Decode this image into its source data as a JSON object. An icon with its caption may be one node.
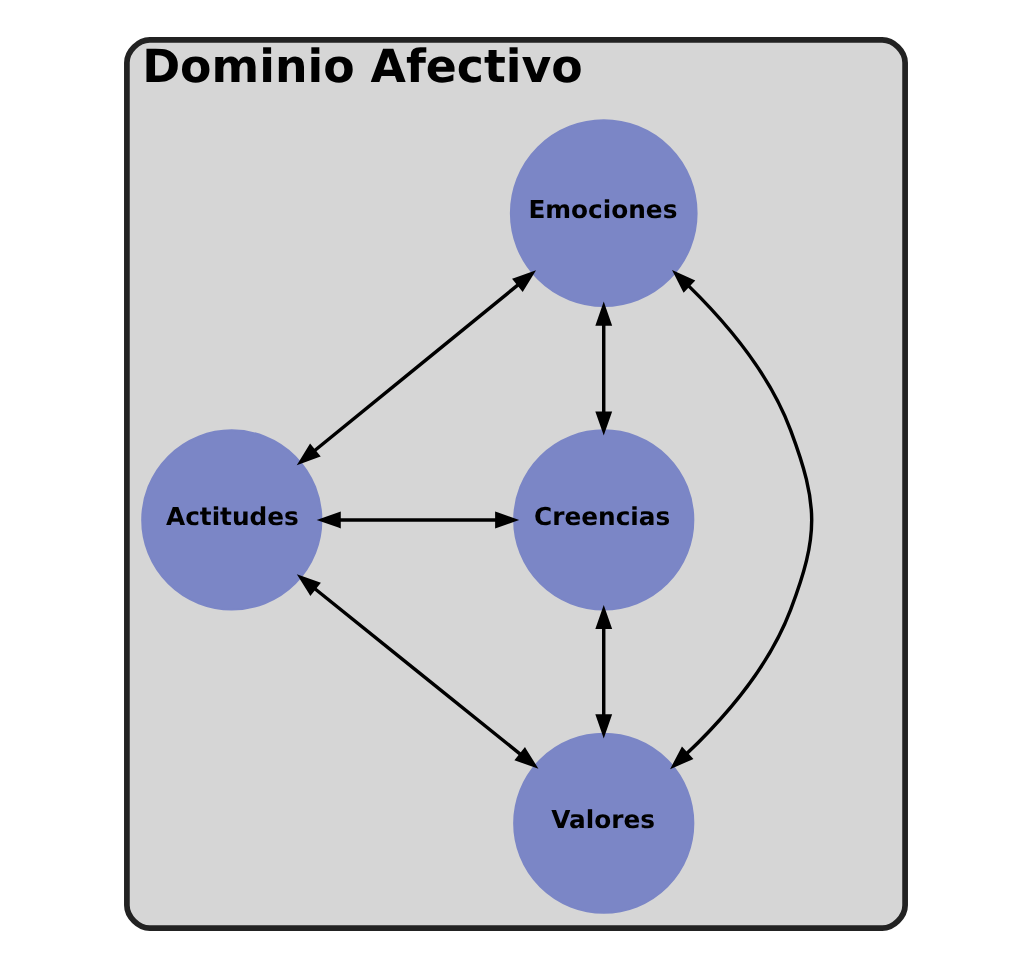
{
  "diagram": {
    "nodes": [
      {
        "text": [
          "Dominio Afectivo"
        ]
      },
      {
        "text": [
          "Emociones"
        ],
        "in": 0
      },
      {
        "text": [
          "Actitudes"
        ],
        "in": 0
      },
      {
        "text": [
          "Creencias"
        ],
        "in": 0
      },
      {
        "text": [
          "Valores"
        ],
        "in": 0
      }
    ],
    "edges": [
      {
        "from": 1,
        "to": 2,
        "arrow": "both"
      },
      {
        "from": 1,
        "to": 3,
        "arrow": "both"
      },
      {
        "from": 1,
        "to": 4,
        "arrow": "both"
      },
      {
        "from": 2,
        "to": 3,
        "arrow": "both"
      },
      {
        "from": 2,
        "to": 4,
        "arrow": "both"
      },
      {
        "from": 3,
        "to": 4,
        "arrow": "both"
      }
    ]
  }
}
